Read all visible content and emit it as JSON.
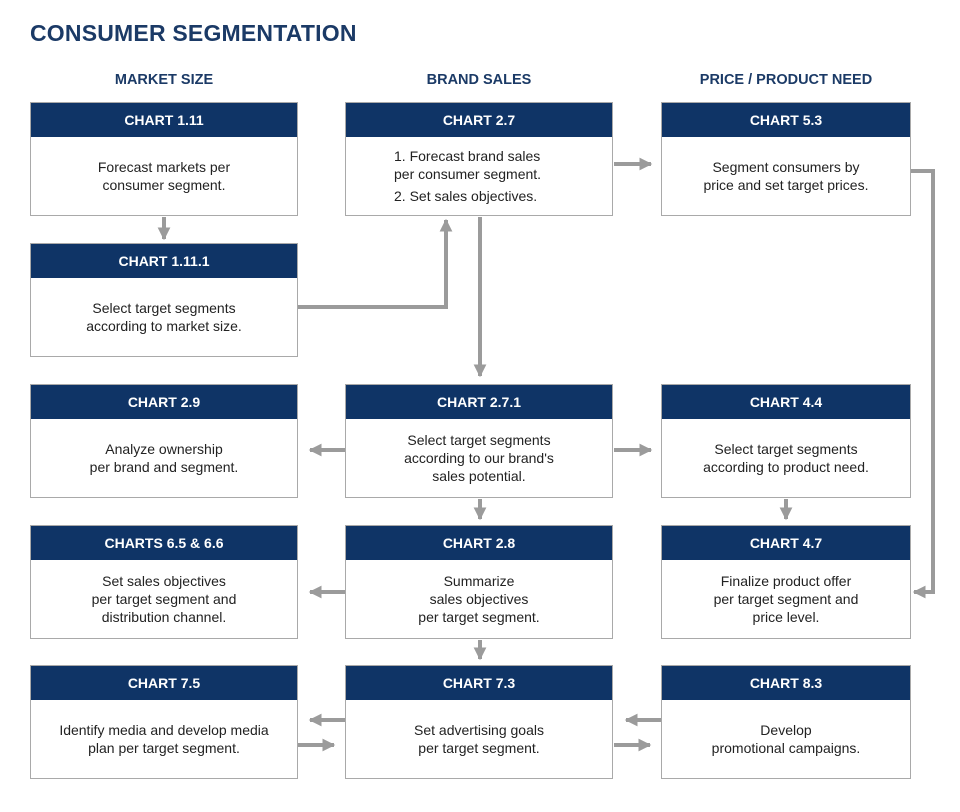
{
  "title": "CONSUMER SEGMENTATION",
  "columns": [
    "MARKET SIZE",
    "BRAND SALES",
    "PRICE / PRODUCT NEED"
  ],
  "boxes": {
    "c1_11": {
      "label": "CHART 1.11",
      "text": "Forecast markets per\nconsumer segment."
    },
    "c1_11_1": {
      "label": "CHART 1.11.1",
      "text": "Select target segments\naccording to market size."
    },
    "c2_9": {
      "label": "CHART 2.9",
      "text": "Analyze ownership\nper brand and segment."
    },
    "c6_5": {
      "label": "CHARTS 6.5 & 6.6",
      "text": "Set sales objectives\nper target segment and\ndistribution channel."
    },
    "c7_5": {
      "label": "CHART 7.5",
      "text": "Identify media and develop media\nplan per target segment."
    },
    "c2_7": {
      "label": "CHART 2.7",
      "items": [
        "1. Forecast brand sales\n    per consumer segment.",
        "2. Set sales objectives."
      ]
    },
    "c2_7_1": {
      "label": "CHART 2.7.1",
      "text": "Select target segments\naccording to our brand's\nsales potential."
    },
    "c2_8": {
      "label": "CHART 2.8",
      "text": "Summarize\nsales objectives\nper target segment."
    },
    "c7_3": {
      "label": "CHART 7.3",
      "text": "Set advertising goals\nper target segment."
    },
    "c5_3": {
      "label": "CHART 5.3",
      "text": "Segment consumers by\nprice and set target prices."
    },
    "c4_4": {
      "label": "CHART 4.4",
      "text": "Select target segments\naccording to product need."
    },
    "c4_7": {
      "label": "CHART 4.7",
      "text": "Finalize product offer\nper target segment and\nprice level."
    },
    "c8_3": {
      "label": "CHART 8.3",
      "text": "Develop\npromotional campaigns."
    }
  },
  "colors": {
    "header": "#0f3466",
    "title": "#1b3a66",
    "arrow": "#9b9b9b",
    "border": "#a9a9a9"
  }
}
